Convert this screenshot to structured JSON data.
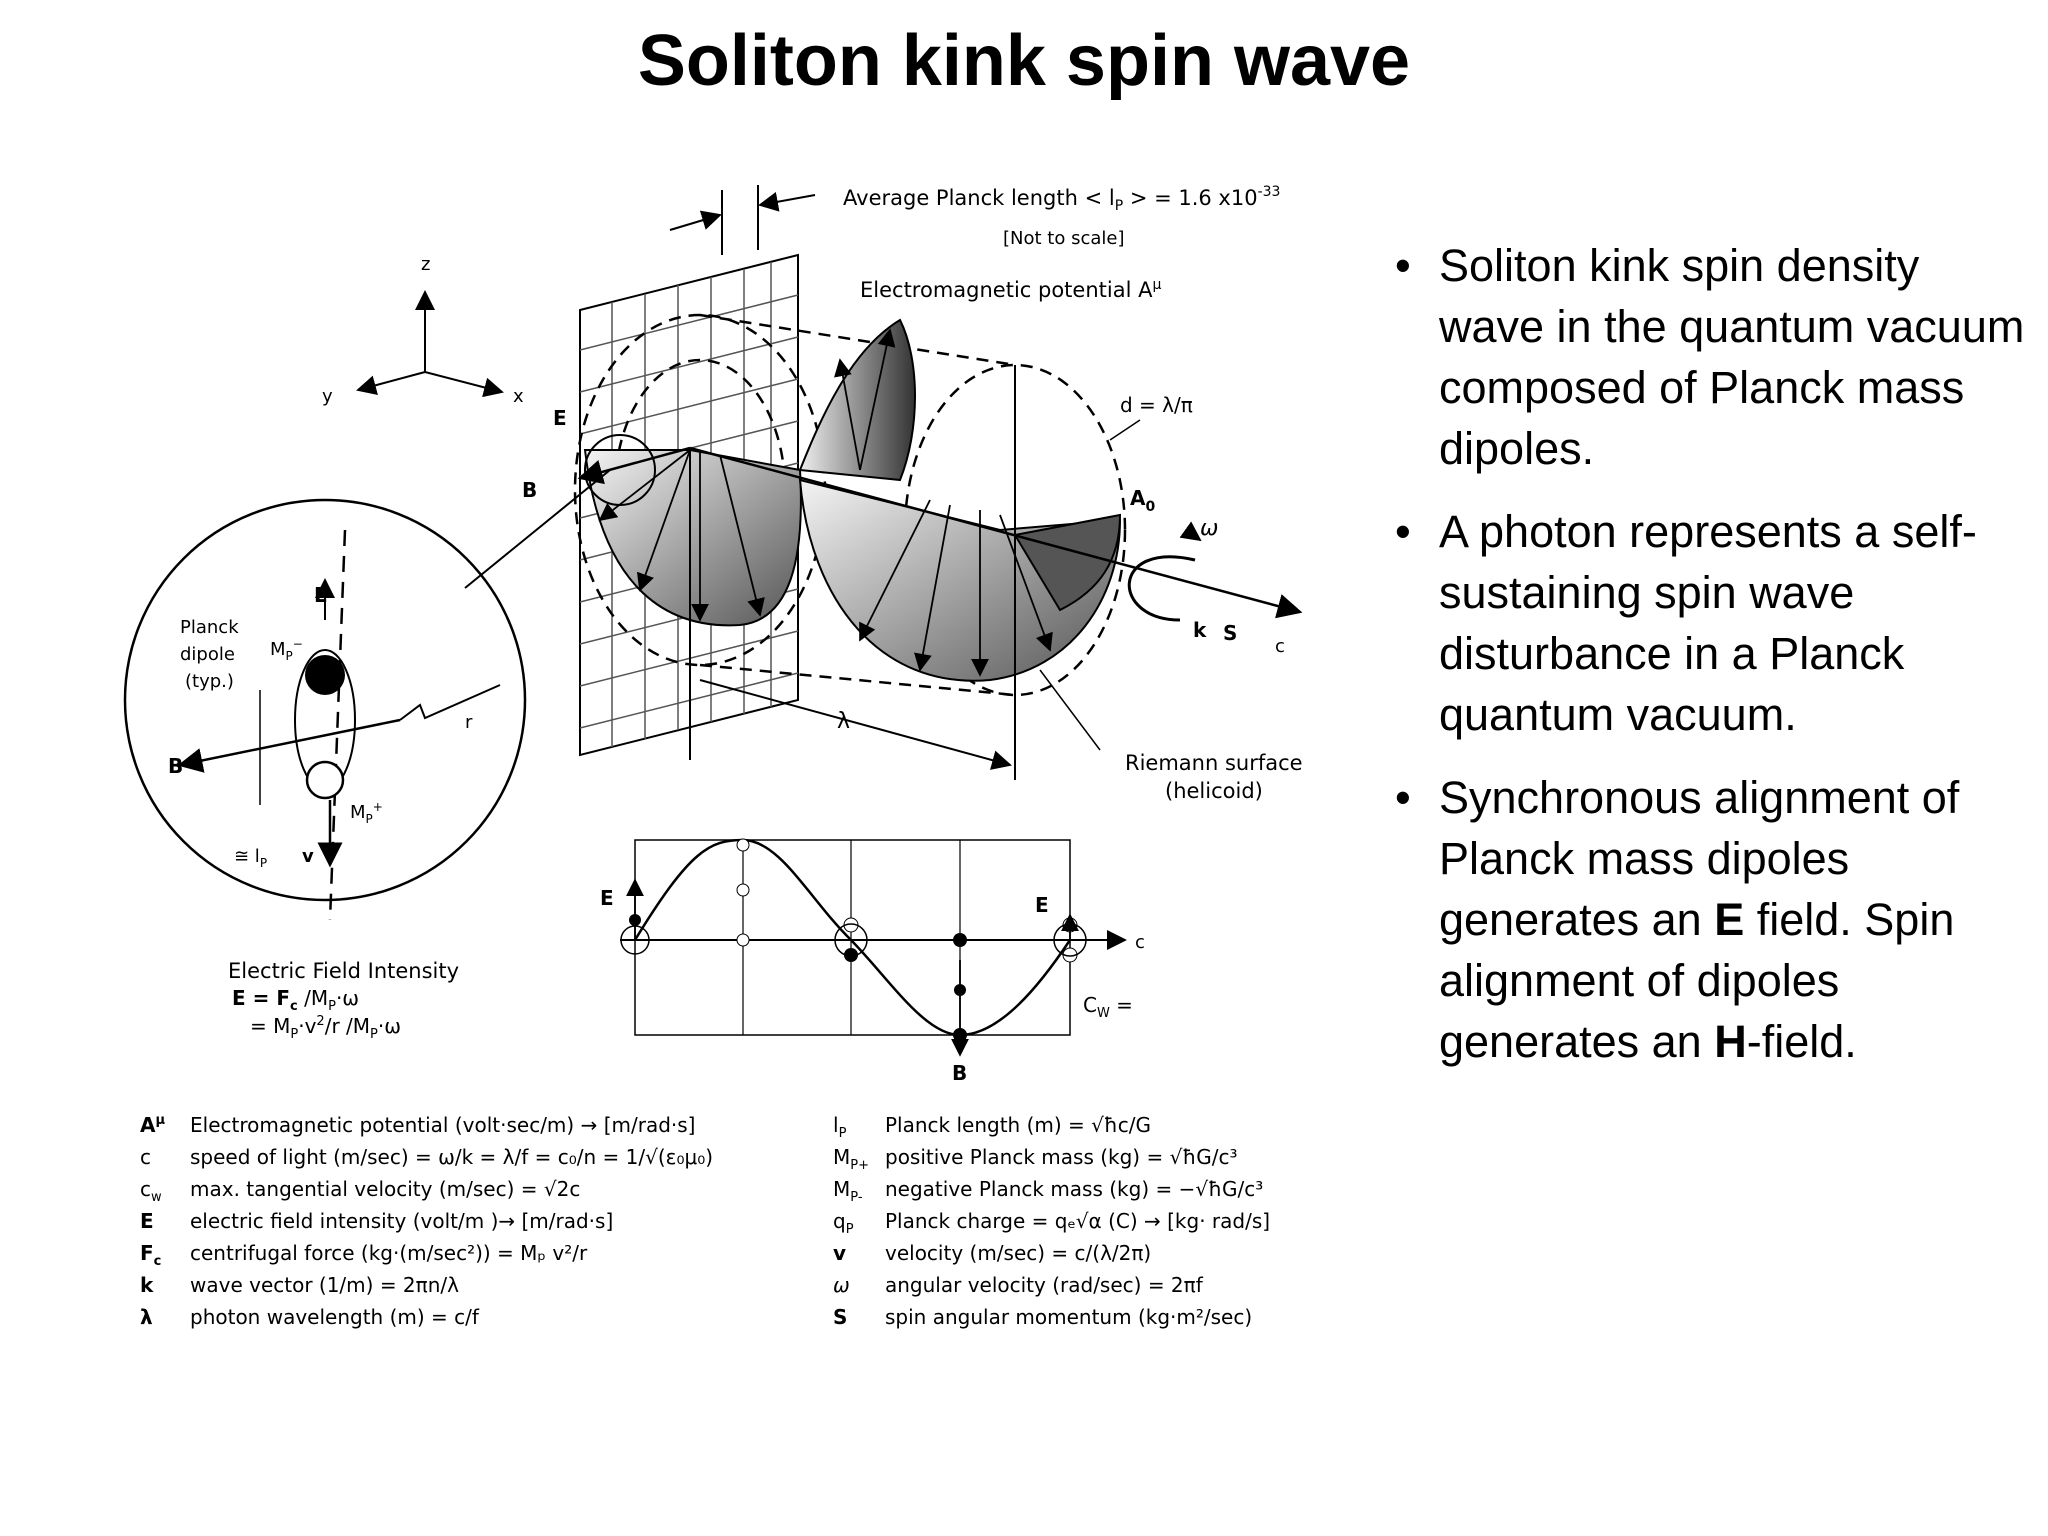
{
  "title": "Soliton kink spin wave",
  "bullets": [
    {
      "parts": [
        "Soliton kink spin density wave in the quantum vacuum composed of Planck mass dipoles."
      ]
    },
    {
      "parts": [
        "A photon represents a self-sustaining spin wave disturbance in a Planck quantum vacuum."
      ]
    },
    {
      "parts": [
        "Synchronous alignment of Planck mass dipoles generates an ",
        "E",
        " field. Spin alignment of dipoles generates an ",
        "H",
        "-field."
      ]
    }
  ],
  "diagram": {
    "top_label": "Average Planck length  < l",
    "top_label_sub": "P",
    "top_label_eq": " > =  1.6 x10",
    "top_label_exp": "-33",
    "not_to_scale": "[Not to scale]",
    "em_potential": "Electromagnetic potential  A",
    "em_potential_sup": "μ",
    "axis_z": "z",
    "axis_y": "y",
    "axis_x": "x",
    "d_label": "d = λ/π",
    "A0": "A",
    "A0_sub": "0",
    "omega": "ω",
    "k": "k",
    "S": "S",
    "c": "c",
    "lambda": "λ",
    "E": "E",
    "B": "B",
    "riemann1": "Riemann surface",
    "riemann2": "(helicoid)",
    "planck1": "Planck",
    "planck2": "dipole",
    "planck3": "(typ.)",
    "Mp_minus": "M",
    "Mp_plus": "M",
    "r": "r",
    "lp": "≅ l",
    "v": "v",
    "efi_title": "Electric Field Intensity",
    "efi_line1": "E = F",
    "efi_line1b": " /M",
    "efi_line1c": "·ω",
    "efi_line2": "= M",
    "efi_line2b": "·v",
    "efi_line2c": "/r /M",
    "efi_line2d": "·ω",
    "cw": "C",
    "cw_eq": " ="
  },
  "legend_left": [
    {
      "sym": "A",
      "sup": "μ",
      "text": "Electromagnetic potential (volt·sec/m) → [m/rad·s]"
    },
    {
      "sym": "c",
      "sup": "",
      "text": "speed of light (m/sec) = ω/k = λ/f = c₀/n = 1/√(ε₀μ₀)"
    },
    {
      "sym": "c",
      "sup": "w",
      "text": "max. tangential velocity (m/sec) = √2c"
    },
    {
      "sym": "E",
      "sup": "",
      "text": "electric field intensity (volt/m )→ [m/rad·s]"
    },
    {
      "sym": "F",
      "sup": "c",
      "text": "centrifugal force (kg·(m/sec²)) = Mₚ v²/r"
    },
    {
      "sym": "k",
      "sup": "",
      "text": "wave vector (1/m) = 2πn/λ"
    },
    {
      "sym": "λ",
      "sup": "",
      "text": "photon wavelength (m) =  c/f"
    }
  ],
  "legend_right": [
    {
      "sym": "l",
      "sup": "P",
      "text": "Planck length  (m) = √ħc/G"
    },
    {
      "sym": "M",
      "sup": "P+",
      "text": "positive Planck mass (kg) = √ħG/c³"
    },
    {
      "sym": "M",
      "sup": "P-",
      "text": "negative Planck mass (kg) = −√ħG/c³"
    },
    {
      "sym": "q",
      "sup": "P",
      "text": "Planck charge = qₑ√α (C) → [kg· rad/s]"
    },
    {
      "sym": "v",
      "sup": "",
      "text": "velocity (m/sec)  =  c/(λ/2π)"
    },
    {
      "sym": "ω",
      "sup": "",
      "text": "angular velocity (rad/sec) = 2πf"
    },
    {
      "sym": "S",
      "sup": "",
      "text": "spin angular momentum (kg·m²/sec)"
    }
  ]
}
